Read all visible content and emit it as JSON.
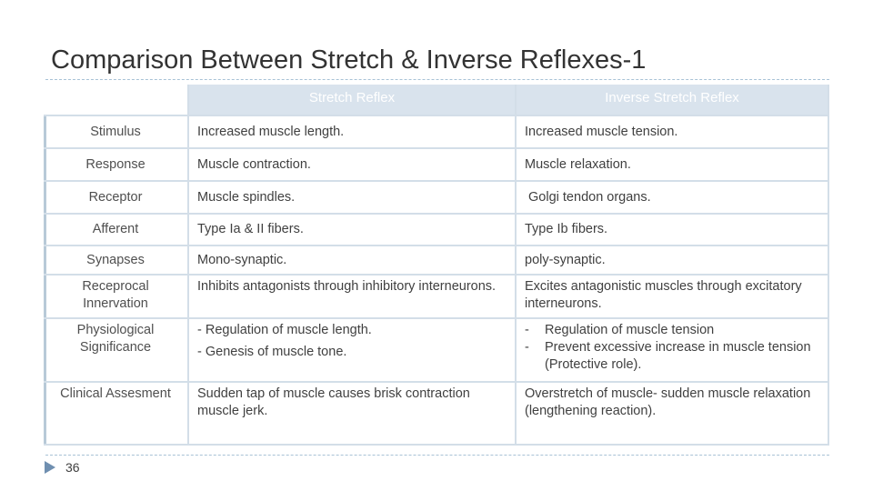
{
  "slide": {
    "title": "Comparison Between Stretch & Inverse Reflexes-1",
    "page_number": "36"
  },
  "table": {
    "headers": [
      "",
      "Stretch Reflex",
      "Inverse Stretch Reflex"
    ],
    "rows": [
      {
        "label": "Stimulus",
        "stretch": "Increased muscle length.",
        "inverse": "Increased muscle tension."
      },
      {
        "label": "Response",
        "stretch": "Muscle contraction.",
        "inverse": "Muscle relaxation."
      },
      {
        "label": "Receptor",
        "stretch": "Muscle spindles.",
        "inverse": " Golgi tendon organs."
      },
      {
        "label": "Afferent",
        "stretch": "Type Ia & II fibers.",
        "inverse": "Type Ib fibers."
      },
      {
        "label": "Synapses",
        "stretch": "Mono-synaptic.",
        "inverse": "poly-synaptic."
      },
      {
        "label": "Receprocal Innervation",
        "stretch": "Inhibits antagonists through inhibitory interneurons.",
        "inverse": "Excites antagonistic  muscles through excitatory interneurons."
      },
      {
        "label": "Physiological Significance",
        "stretch_lines": [
          "- Regulation of muscle  length.",
          "- Genesis of muscle tone."
        ],
        "inverse_bullet_marker": "-",
        "inverse_bullets": [
          "Regulation of muscle  tension",
          "Prevent excessive increase in muscle tension (Protective role)."
        ]
      },
      {
        "label": "Clinical Assesment",
        "stretch": "Sudden tap of muscle  causes brisk contraction muscle jerk.",
        "inverse": "Overstretch of muscle- sudden muscle relaxation (lengthening reaction)."
      }
    ]
  }
}
